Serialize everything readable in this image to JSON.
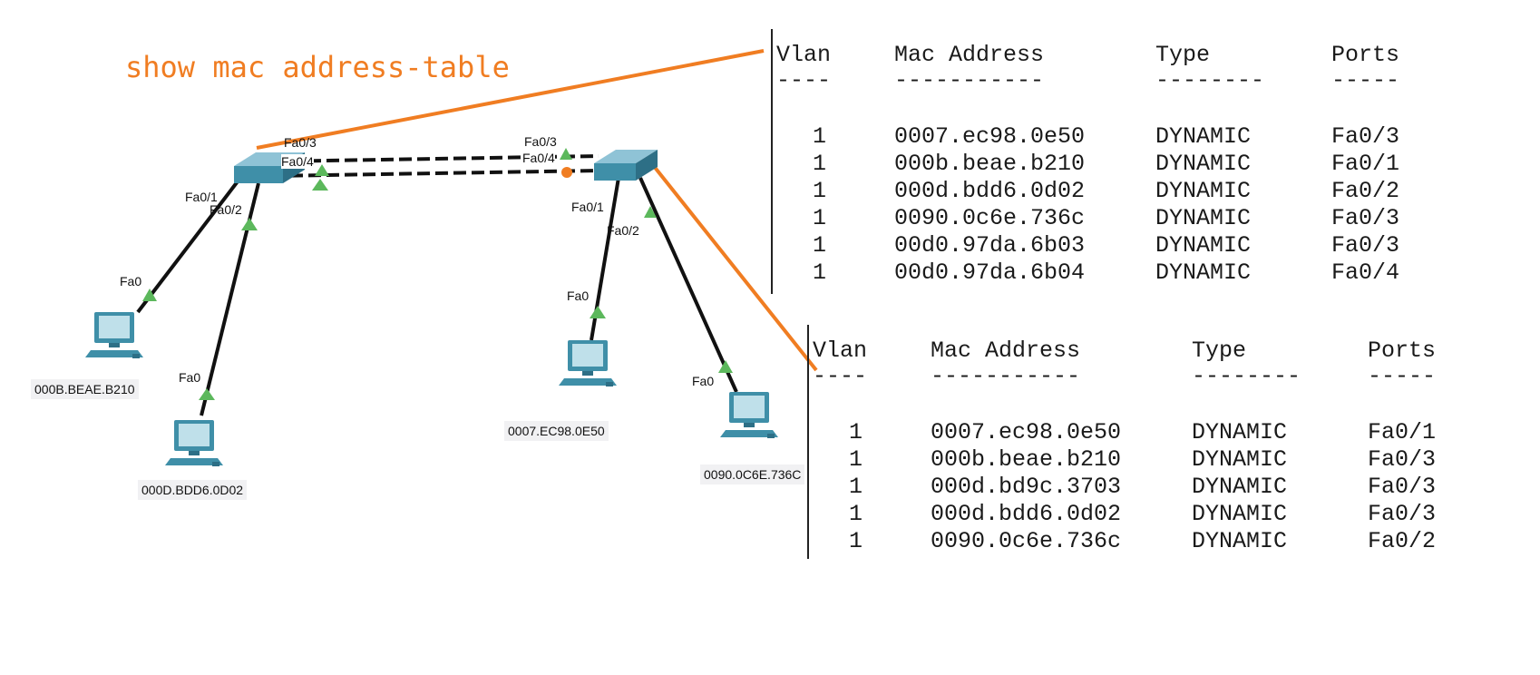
{
  "command_label": "show mac address-table",
  "colors": {
    "accent": "#f07d22",
    "link_up": "#5cb85c",
    "link_orange": "#f07d22",
    "device": "#3f8fa8"
  },
  "switch_left": {
    "ports": [
      "Fa0/3",
      "Fa0/4",
      "Fa0/1",
      "Fa0/2"
    ],
    "table": {
      "headers": [
        "Vlan",
        "Mac Address",
        "Type",
        "Ports"
      ],
      "dashes": [
        "----",
        "-----------",
        "--------",
        "-----"
      ],
      "rows": [
        {
          "vlan": "1",
          "mac": "0007.ec98.0e50",
          "type": "DYNAMIC",
          "port": "Fa0/3"
        },
        {
          "vlan": "1",
          "mac": "000b.beae.b210",
          "type": "DYNAMIC",
          "port": "Fa0/1"
        },
        {
          "vlan": "1",
          "mac": "000d.bdd6.0d02",
          "type": "DYNAMIC",
          "port": "Fa0/2"
        },
        {
          "vlan": "1",
          "mac": "0090.0c6e.736c",
          "type": "DYNAMIC",
          "port": "Fa0/3"
        },
        {
          "vlan": "1",
          "mac": "00d0.97da.6b03",
          "type": "DYNAMIC",
          "port": "Fa0/3"
        },
        {
          "vlan": "1",
          "mac": "00d0.97da.6b04",
          "type": "DYNAMIC",
          "port": "Fa0/4"
        }
      ]
    }
  },
  "switch_right": {
    "ports": [
      "Fa0/3",
      "Fa0/4",
      "Fa0/1",
      "Fa0/2"
    ],
    "table": {
      "headers": [
        "Vlan",
        "Mac Address",
        "Type",
        "Ports"
      ],
      "dashes": [
        "----",
        "-----------",
        "--------",
        "-----"
      ],
      "rows": [
        {
          "vlan": "1",
          "mac": "0007.ec98.0e50",
          "type": "DYNAMIC",
          "port": "Fa0/1"
        },
        {
          "vlan": "1",
          "mac": "000b.beae.b210",
          "type": "DYNAMIC",
          "port": "Fa0/3"
        },
        {
          "vlan": "1",
          "mac": "000d.bd9c.3703",
          "type": "DYNAMIC",
          "port": "Fa0/3"
        },
        {
          "vlan": "1",
          "mac": "000d.bdd6.0d02",
          "type": "DYNAMIC",
          "port": "Fa0/3"
        },
        {
          "vlan": "1",
          "mac": "0090.0c6e.736c",
          "type": "DYNAMIC",
          "port": "Fa0/2"
        }
      ]
    }
  },
  "pcs": [
    {
      "mac_label": "000B.BEAE.B210",
      "port": "Fa0",
      "icon": "desktop-pc-icon"
    },
    {
      "mac_label": "000D.BDD6.0D02",
      "port": "Fa0",
      "icon": "desktop-pc-icon"
    },
    {
      "mac_label": "0007.EC98.0E50",
      "port": "Fa0",
      "icon": "desktop-pc-icon"
    },
    {
      "mac_label": "0090.0C6E.736C",
      "port": "Fa0",
      "icon": "desktop-pc-icon"
    }
  ]
}
